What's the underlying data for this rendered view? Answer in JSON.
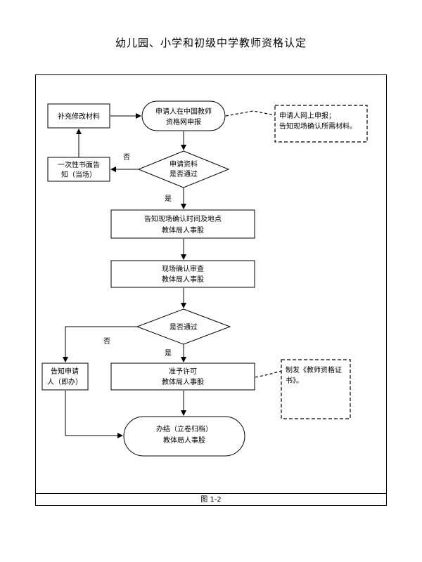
{
  "title": "幼儿园、小学和初级中学教师资格认定",
  "caption": "图 1-2",
  "nodes": {
    "supplement": "补充修改材料",
    "apply_line1": "申请人在中国教师",
    "apply_line2": "资格网申报",
    "note1_line1": "申请人网上申报；",
    "note1_line2": "告知现场确认所需材料。",
    "notify_once_line1": "一次性书面告",
    "notify_once_line2": "知（当场）",
    "review_line1": "申请资料",
    "review_line2": "是否通过",
    "confirm_time_line1": "告知现场确认时间及地点",
    "confirm_time_line2": "教体局人事股",
    "onsite_line1": "现场确认审查",
    "onsite_line2": "教体局人事股",
    "pass_check": "是否通过",
    "notify_applicant_line1": "告知申请",
    "notify_applicant_line2": "人（即办）",
    "approve_line1": "准予许可",
    "approve_line2": "教体局人事股",
    "note2_line1": "制发《教师资格证",
    "note2_line2": "书》。",
    "close_line1": "办结（立卷归档）",
    "close_line2": "教体局人事股"
  },
  "labels": {
    "no1": "否",
    "yes1": "是",
    "no2": "否",
    "yes2": "是"
  }
}
